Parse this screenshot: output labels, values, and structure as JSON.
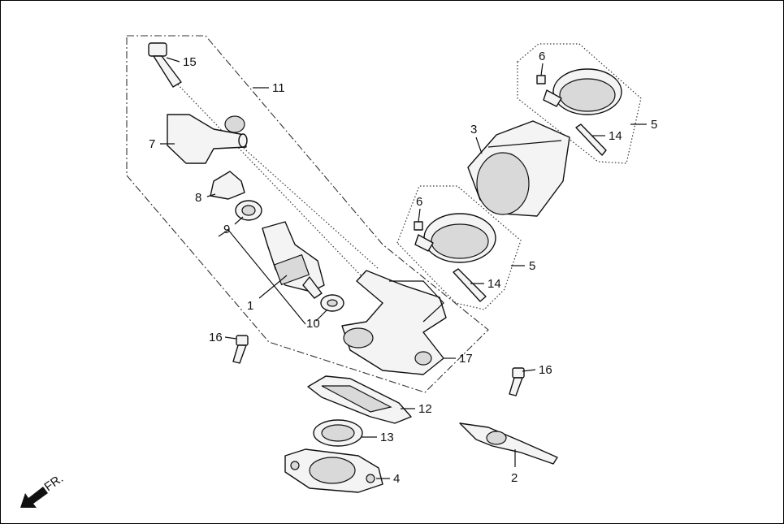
{
  "callouts": {
    "c1": "1",
    "c2": "2",
    "c3": "3",
    "c4": "4",
    "c5a": "5",
    "c5b": "5",
    "c6a": "6",
    "c6b": "6",
    "c7": "7",
    "c8": "8",
    "c9": "9",
    "c10": "10",
    "c11": "11",
    "c12": "12",
    "c13": "13",
    "c14a": "14",
    "c14b": "14",
    "c15": "15",
    "c16a": "16",
    "c16b": "16",
    "c17": "17"
  },
  "direction_label": "FR."
}
